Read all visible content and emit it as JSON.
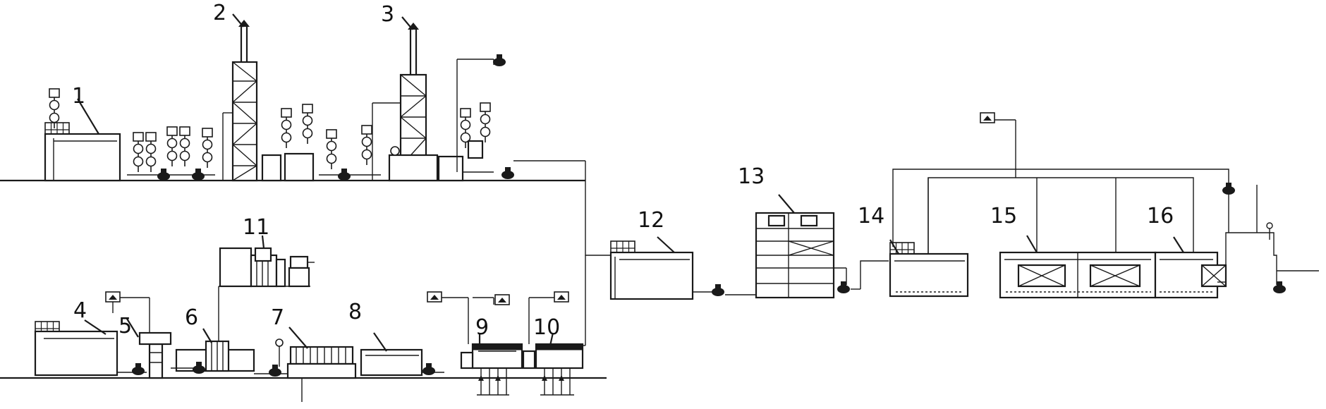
{
  "colors": {
    "ink": "#1a1a1a",
    "background": "#ffffff"
  },
  "labels": {
    "l1": "1",
    "l2": "2",
    "l3": "3",
    "l4": "4",
    "l5": "5",
    "l6": "6",
    "l7": "7",
    "l8": "8",
    "l9": "9",
    "l10": "10",
    "l11": "11",
    "l12": "12",
    "l13": "13",
    "l14": "14",
    "l15": "15",
    "l16": "16"
  }
}
